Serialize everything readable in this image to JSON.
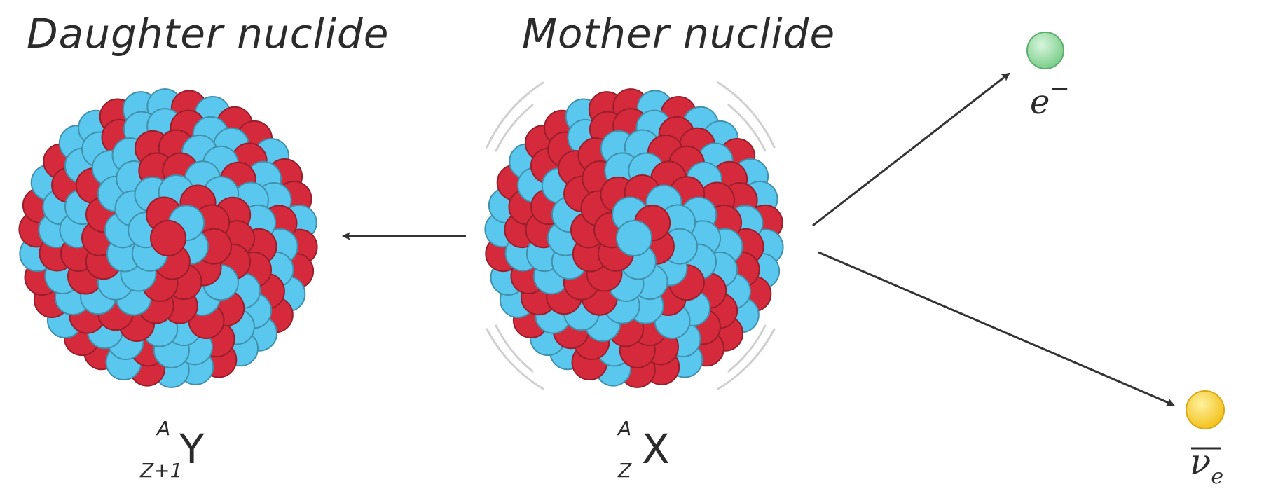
{
  "labels": {
    "daughter_title": "Daughter nuclide",
    "mother_title": "Mother nuclide"
  },
  "daughter": {
    "mass": "A",
    "atomic": "Z+1",
    "symbol": "Y"
  },
  "mother": {
    "mass": "A",
    "atomic": "Z",
    "symbol": "X"
  },
  "particles": {
    "electron": {
      "base": "e",
      "charge": "−"
    },
    "antineutrino": {
      "base": "ν",
      "sub": "e"
    }
  },
  "colors": {
    "proton": "#d42a3c",
    "neutron": "#5ac8ee",
    "electron": "#8fdc9f",
    "antineutrino": "#f8cc2a",
    "arrow": "#333333",
    "vibration": "#cfcfcf"
  }
}
